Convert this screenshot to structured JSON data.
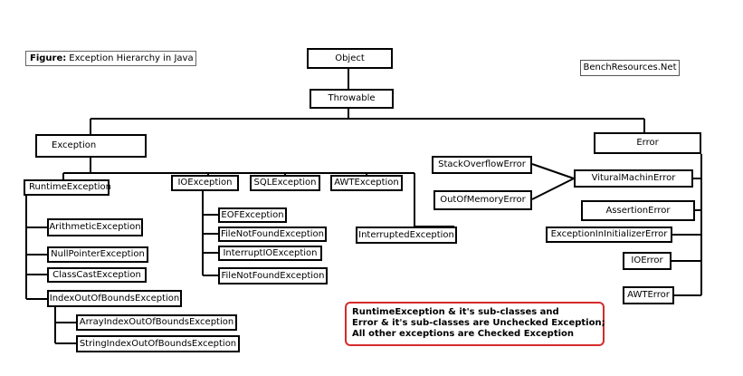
{
  "caption": {
    "label": "Figure:",
    "text": "Exception Hierarchy in Java"
  },
  "watermark": "BenchResources.Net",
  "nodes": {
    "object": "Object",
    "throwable": "Throwable",
    "exception": "Exception",
    "error": "Error",
    "runtime_exception": "RuntimeException",
    "arithmetic_exception": "ArithmeticException",
    "null_pointer_exception": "NullPointerException",
    "class_cast_exception": "ClassCastException",
    "index_out_of_bounds_exception": "IndexOutOfBoundsException",
    "array_index_out_of_bounds_exception": "ArrayIndexOutOfBoundsException",
    "string_index_out_of_bounds_exception": "StringIndexOutOfBoundsException",
    "io_exception": "IOException",
    "eof_exception": "EOFException",
    "file_not_found_exception_1": "FileNotFoundException",
    "interrupt_io_exception": "InterruptIOException",
    "file_not_found_exception_2": "FileNotFoundException",
    "sql_exception": "SQLException",
    "awt_exception": "AWTException",
    "interrupted_exception": "InterruptedException",
    "stack_overflow_error": "StackOverflowError",
    "out_of_memory_error": "OutOfMemoryError",
    "virtual_machine_error": "VituralMachinError",
    "assertion_error": "AssertionError",
    "exception_in_initializer_error": "ExceptionInInitializerError",
    "io_error": "IOError",
    "awt_error": "AWTError"
  },
  "note": {
    "lines": [
      "RuntimeException & it's sub-classes and",
      "Error & it's sub-classes are Unchecked Exception;",
      "All other exceptions are Checked Exception"
    ]
  },
  "colors": {
    "note_border": "#d62b2b",
    "line": "#000000"
  }
}
